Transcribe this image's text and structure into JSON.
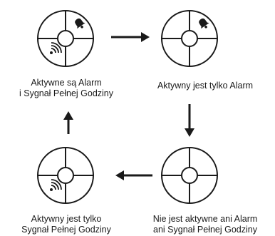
{
  "states": [
    {
      "id": "alarm-and-hourly",
      "alarm_icon": "bell-icon",
      "hourly_icon": "signal-waves-icon",
      "caption_lines": [
        "Aktywne są Alarm",
        "i Sygnał Pełnej Godziny"
      ]
    },
    {
      "id": "alarm-only",
      "alarm_icon": "bell-icon",
      "hourly_icon": null,
      "caption_lines": [
        "Aktywny jest tylko Alarm"
      ]
    },
    {
      "id": "none",
      "alarm_icon": null,
      "hourly_icon": null,
      "caption_lines": [
        "Nie jest aktywne ani Alarm",
        "ani Sygnał Pełnej Godziny"
      ]
    },
    {
      "id": "hourly-only",
      "alarm_icon": null,
      "hourly_icon": "signal-waves-icon",
      "caption_lines": [
        "Aktywny jest tylko",
        "Sygnał Pełnej Godziny"
      ]
    }
  ],
  "cycle_order": [
    "alarm-and-hourly",
    "alarm-only",
    "none",
    "hourly-only"
  ],
  "colors": {
    "ink": "#1a1a1a",
    "background": "#ffffff"
  }
}
